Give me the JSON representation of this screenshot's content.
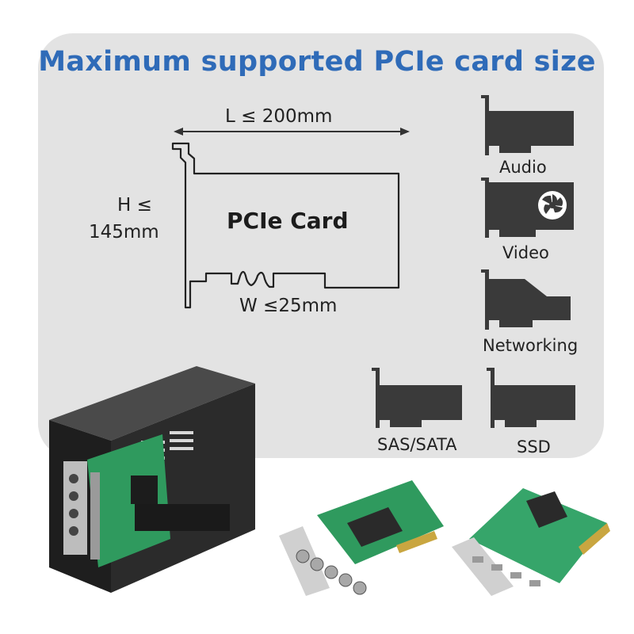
{
  "title": "Maximum supported PCIe card size",
  "diagram": {
    "length_label": "L ≤ 200mm",
    "height_label_line1": "H ≤",
    "height_label_line2": "145mm",
    "card_label": "PCIe Card",
    "width_label": "W ≤25mm"
  },
  "card_types": [
    {
      "label": "Audio",
      "icon": "audio-card-icon"
    },
    {
      "label": "Video",
      "icon": "video-card-icon"
    },
    {
      "label": "Networking",
      "icon": "networking-card-icon"
    },
    {
      "label": "SAS/SATA",
      "icon": "sas-sata-card-icon"
    },
    {
      "label": "SSD",
      "icon": "ssd-card-icon"
    }
  ],
  "colors": {
    "title": "#2f6bb8",
    "panel": "#e3e3e3",
    "card_icon": "#3a3a3a",
    "pcb_green": "#2f9a5e"
  }
}
